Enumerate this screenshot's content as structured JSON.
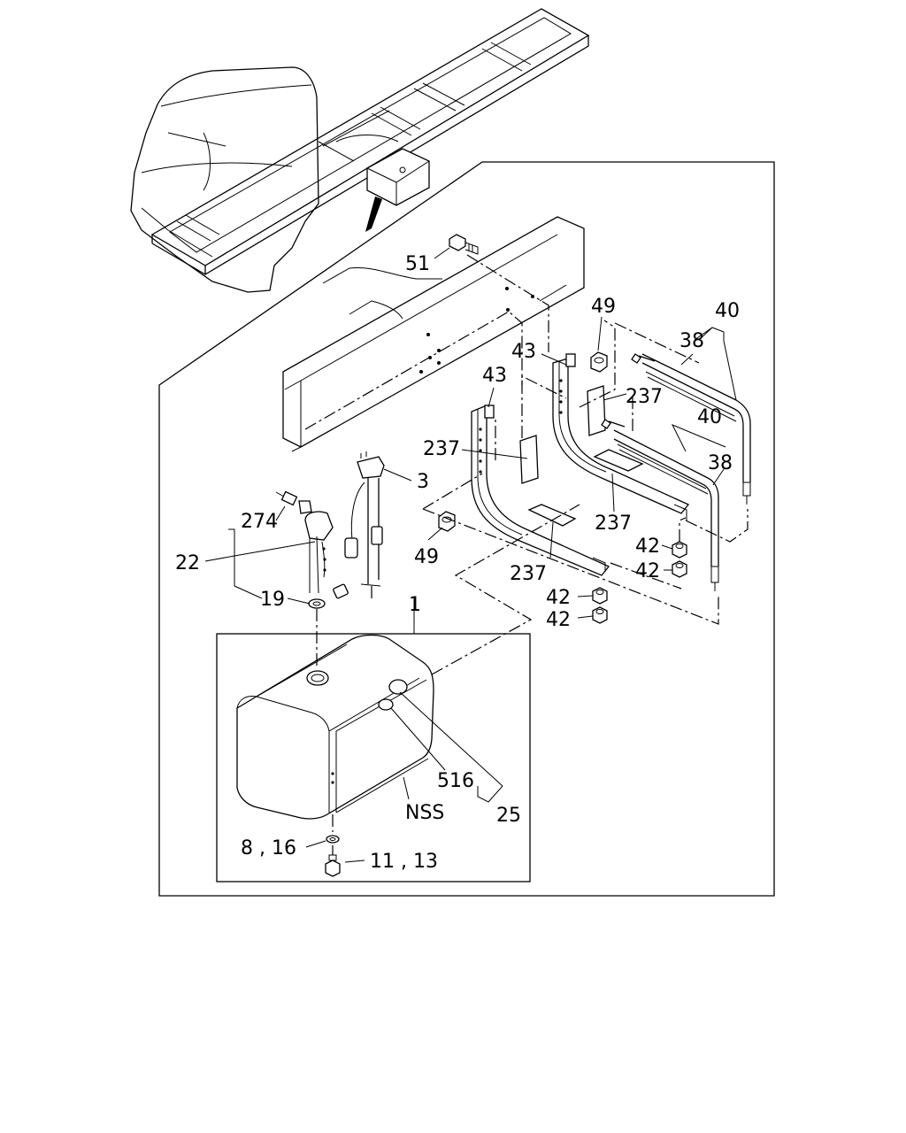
{
  "callouts": {
    "p51": "51",
    "p49a": "49",
    "p40a": "40",
    "p38a": "38",
    "p43a": "43",
    "p237a": "237",
    "p43b": "43",
    "p237b": "237",
    "p40b": "40",
    "p38b": "38",
    "p3": "3",
    "p274": "274",
    "p22": "22",
    "p49b": "49",
    "p237c": "237",
    "p237d": "237",
    "p42a": "42",
    "p42b": "42",
    "p42c": "42",
    "p42d": "42",
    "p19": "19",
    "p1": "1",
    "p516": "516",
    "p25": "25",
    "pNSS": "NSS",
    "p8_16": "8 , 16",
    "p11_13": "11 , 13"
  }
}
